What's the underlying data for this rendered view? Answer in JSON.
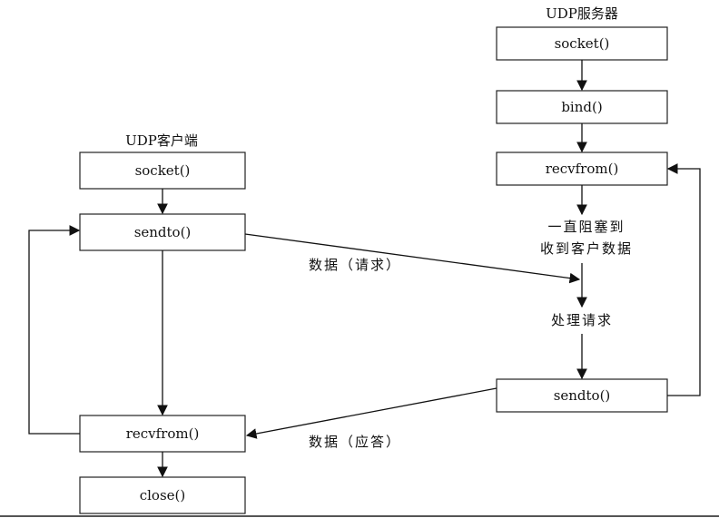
{
  "client": {
    "title": "UDP客户端",
    "socket": "socket()",
    "sendto": "sendto()",
    "recvfrom": "recvfrom()",
    "close": "close()"
  },
  "server": {
    "title": "UDP服务器",
    "socket": "socket()",
    "bind": "bind()",
    "recvfrom": "recvfrom()",
    "block_line1": "一直阻塞到",
    "block_line2": "收到客户数据",
    "process": "处理请求",
    "sendto": "sendto()"
  },
  "edges": {
    "request": "数据（请求）",
    "response": "数据（应答）"
  }
}
